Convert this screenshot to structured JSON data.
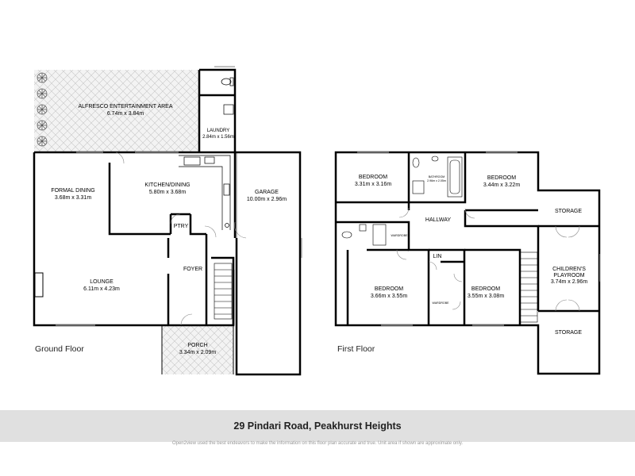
{
  "ground": {
    "floor_label": "Ground Floor",
    "rooms": {
      "alfresco": {
        "name": "ALFRESCO ENTERTAINMENT AREA",
        "dims": "6.74m x 3.84m"
      },
      "laundry": {
        "name": "LAUNDRY",
        "dims": "2.84m x 1.56m"
      },
      "formal_dining": {
        "name": "FORMAL DINING",
        "dims": "3.68m x 3.31m"
      },
      "kitchen": {
        "name": "KITCHEN/DINING",
        "dims": "5.80m x 3.68m"
      },
      "garage": {
        "name": "GARAGE",
        "dims": "10.00m x 2.96m"
      },
      "pantry": {
        "name": "PTRY"
      },
      "lounge": {
        "name": "LOUNGE",
        "dims": "6.11m x 4.23m"
      },
      "foyer": {
        "name": "FOYER"
      },
      "porch": {
        "name": "PORCH",
        "dims": "3.34m x 2.09m"
      }
    }
  },
  "first": {
    "floor_label": "First Floor",
    "rooms": {
      "bed1": {
        "name": "BEDROOM",
        "dims": "3.31m x 3.16m"
      },
      "bathroom": {
        "name": "BATHROOM",
        "dims": "2.96m x 2.05m"
      },
      "bed2": {
        "name": "BEDROOM",
        "dims": "3.44m x 3.22m"
      },
      "hallway": {
        "name": "HALLWAY"
      },
      "storage1": {
        "name": "STORAGE"
      },
      "wardrobe1": {
        "name": "WARDROBE"
      },
      "lin": {
        "name": "LIN"
      },
      "playroom": {
        "name_line1": "CHILDREN'S",
        "name_line2": "PLAYROOM",
        "dims": "3.74m x 2.96m"
      },
      "bed3": {
        "name": "BEDROOM",
        "dims": "3.66m x 3.55m"
      },
      "bed4": {
        "name": "BEDROOM",
        "dims": "3.55m x 3.08m"
      },
      "wardrobe2": {
        "name": "WARDROBE"
      },
      "storage2": {
        "name": "STORAGE"
      }
    }
  },
  "footer": {
    "address": "29 Pindari Road, Peakhurst Heights",
    "disclaimer": "Open2view used the best endeavors to make the information on this floor plan accurate and true. Unit area if shown are approximate only."
  },
  "colors": {
    "wall": "#000000",
    "paving_fill": "#f3f3f3",
    "paving_line": "#c8c8c8",
    "window": "#9a9a9a",
    "footer_bar": "#e0e0e0"
  }
}
